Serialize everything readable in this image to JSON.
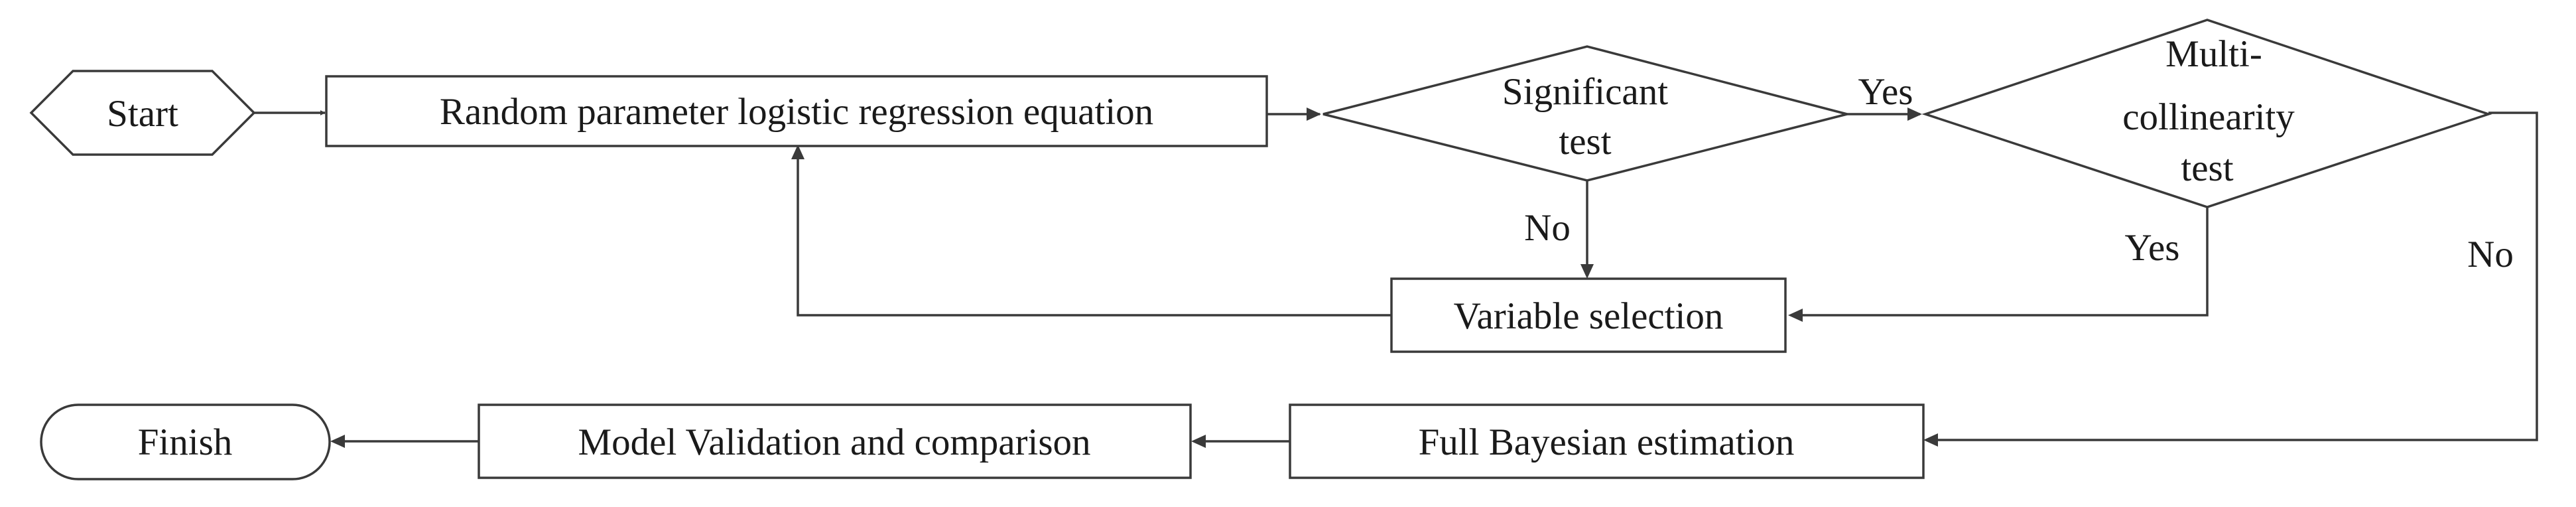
{
  "nodes": {
    "start": "Start",
    "equation": "Random parameter logistic regression equation",
    "significant_line1": "Significant",
    "significant_line2": "test",
    "multi_line1": "Multi-",
    "multi_line2": "collinearity",
    "multi_line3": "test",
    "variable_selection": "Variable selection",
    "bayesian": "Full Bayesian estimation",
    "validation": "Model Validation and comparison",
    "finish": "Finish"
  },
  "edges": {
    "sig_yes": "Yes",
    "sig_no": "No",
    "multi_yes": "Yes",
    "multi_no": "No"
  }
}
